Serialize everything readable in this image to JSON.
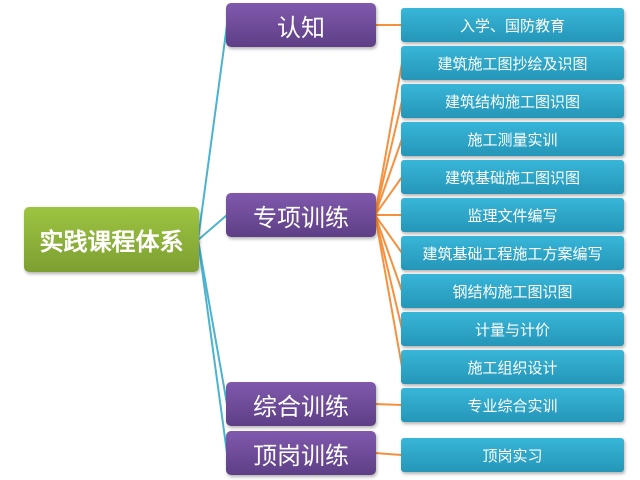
{
  "root": {
    "label": "实践课程体系"
  },
  "branches": [
    {
      "label": "认知",
      "children": [
        "入学、国防教育"
      ]
    },
    {
      "label": "专项训练",
      "children": [
        "建筑施工图抄绘及识图",
        "建筑结构施工图识图",
        "施工测量实训",
        "建筑基础施工图识图",
        "监理文件编写",
        "建筑基础工程施工方案编写",
        "钢结构施工图识图",
        "计量与计价",
        "施工组织设计"
      ]
    },
    {
      "label": "综合训练",
      "children": [
        "专业综合实训"
      ]
    },
    {
      "label": "顶岗训练",
      "children": [
        "顶岗实习"
      ]
    }
  ],
  "colors": {
    "root": "#8fb33a",
    "branch": "#6b4a96",
    "leaf": "#2ea7cb",
    "root_link": "#4bb3cf",
    "leaf_link": "#f7903d"
  }
}
